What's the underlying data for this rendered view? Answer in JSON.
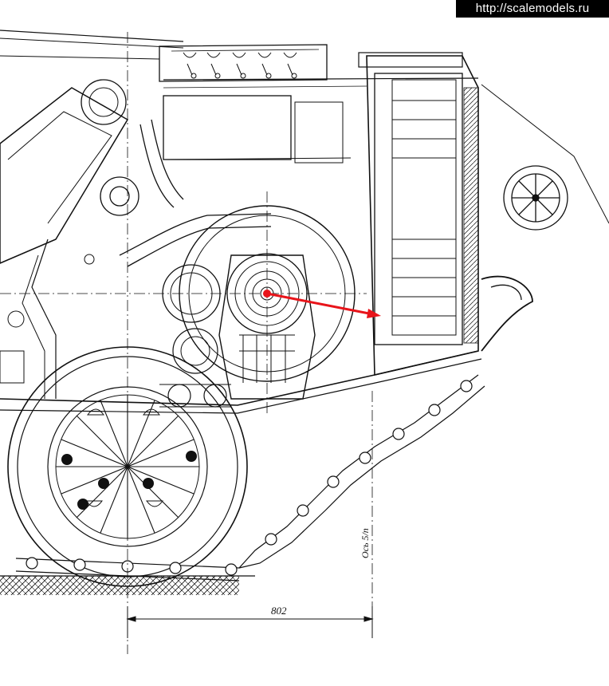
{
  "watermark": "http://scalemodels.ru",
  "labels": {
    "dimension": "802",
    "axis": "Ось 5/п"
  },
  "colors": {
    "ink": "#111111",
    "paper": "#ffffff",
    "arrow": "#e8141a"
  },
  "icons": {
    "watermark": "banner",
    "arrow": "arrow-right"
  }
}
